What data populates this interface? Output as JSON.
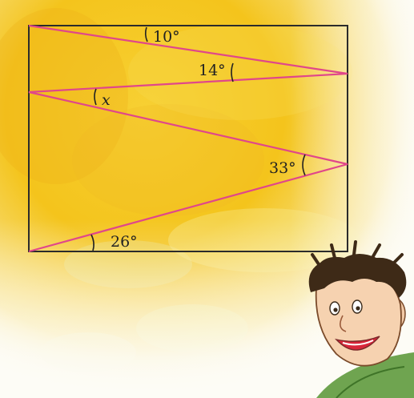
{
  "diagram": {
    "angles": {
      "top": "10°",
      "upper_right": "14°",
      "left_unknown": "x",
      "lower_right": "33°",
      "bottom": "26°"
    },
    "colors": {
      "frame": "#2b2b2b",
      "zigzag": "#e0478a",
      "background_warm": "#f6c51e",
      "background_light": "#fbf7e6"
    },
    "illustration": "cartoon-boy"
  }
}
